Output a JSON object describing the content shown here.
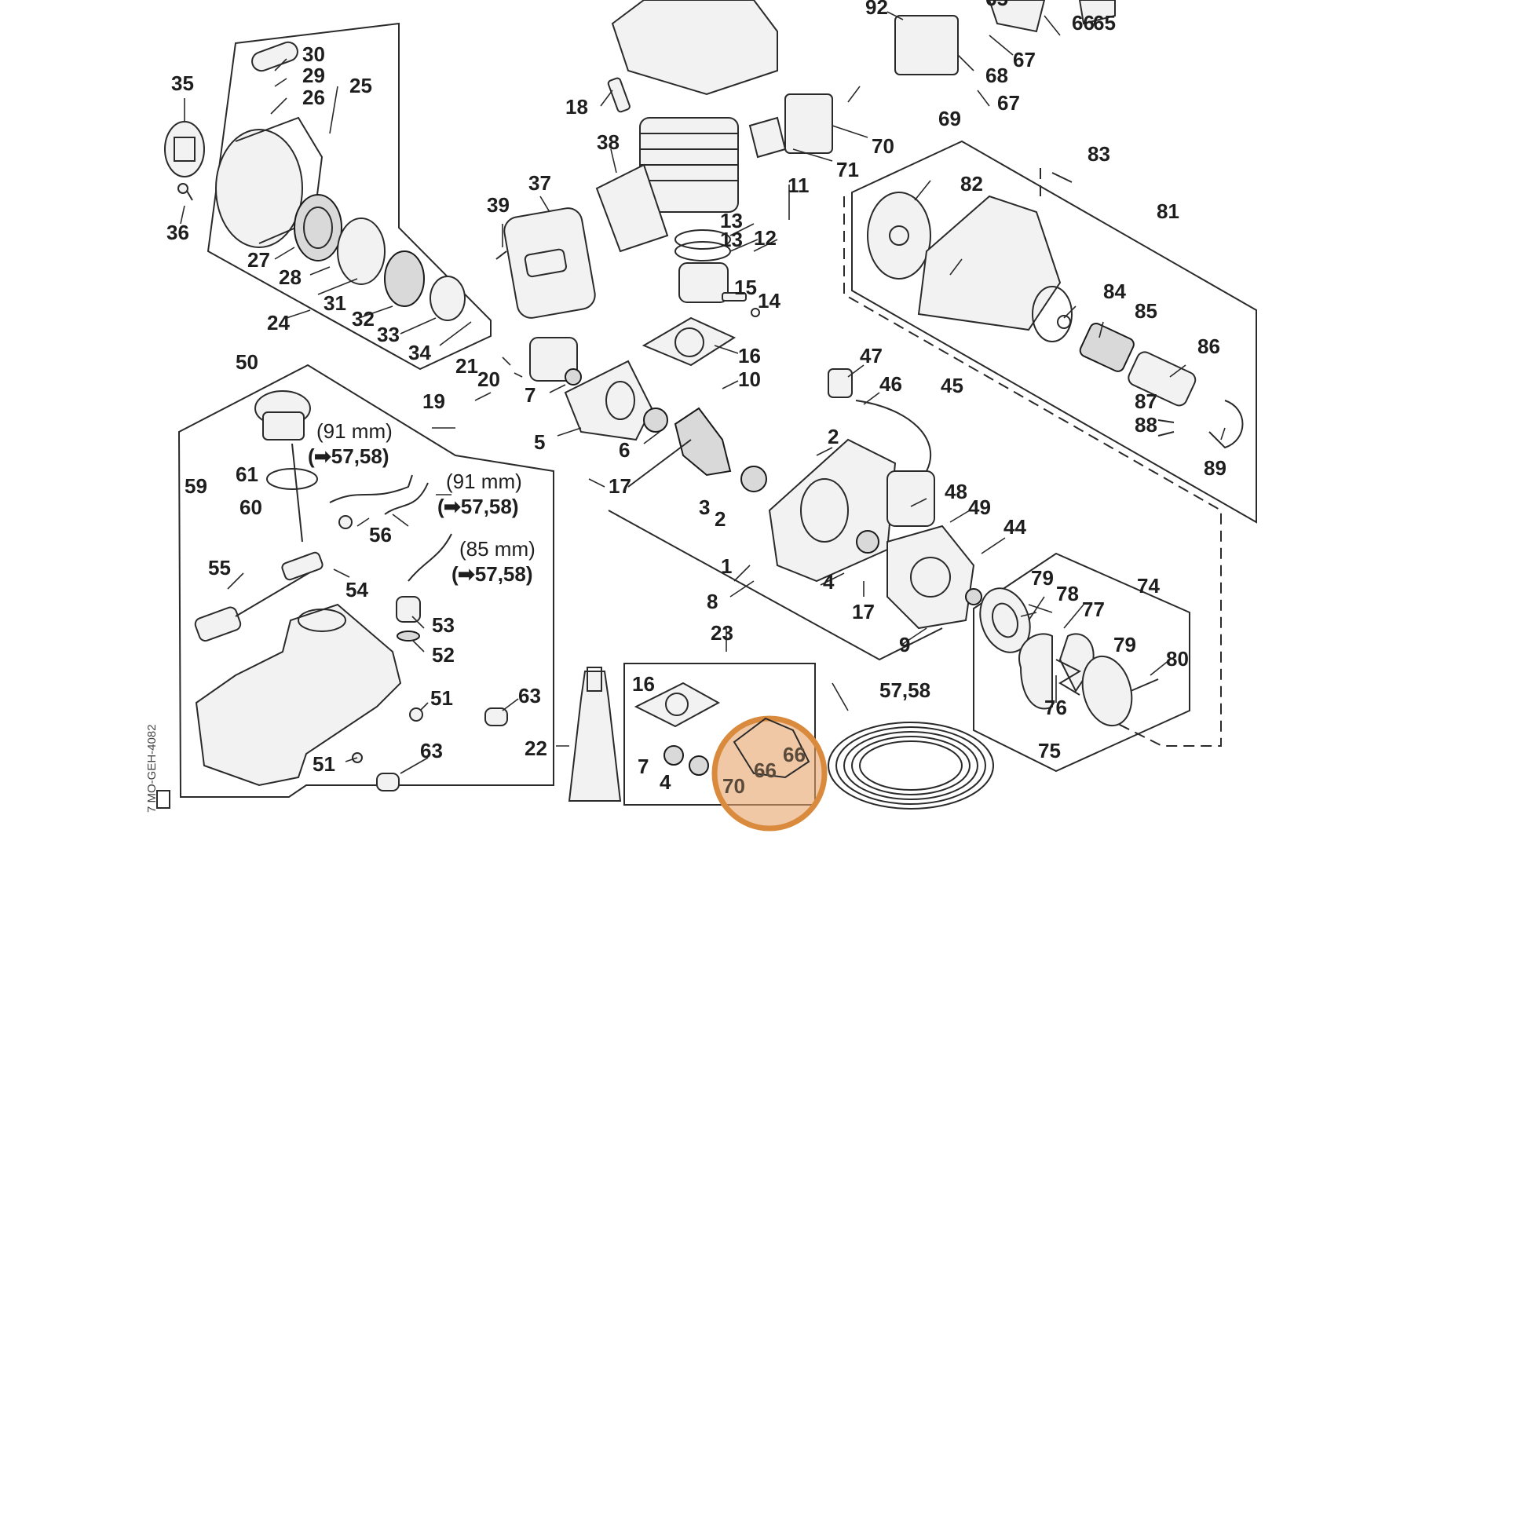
{
  "diagram": {
    "part_labels": [
      "1",
      "2",
      "2",
      "3",
      "4",
      "4",
      "5",
      "6",
      "7",
      "7",
      "8",
      "9",
      "10",
      "11",
      "12",
      "13",
      "13",
      "14",
      "15",
      "16",
      "16",
      "17",
      "17",
      "18",
      "19",
      "20",
      "21",
      "22",
      "23",
      "24",
      "25",
      "26",
      "27",
      "28",
      "29",
      "30",
      "31",
      "32",
      "33",
      "34",
      "35",
      "36",
      "37",
      "38",
      "39",
      "44",
      "45",
      "46",
      "47",
      "48",
      "49",
      "50",
      "51",
      "51",
      "52",
      "53",
      "54",
      "55",
      "56",
      "59",
      "60",
      "61",
      "63",
      "63",
      "65",
      "66",
      "67",
      "67",
      "68",
      "69",
      "70",
      "71",
      "74",
      "75",
      "76",
      "77",
      "78",
      "79",
      "79",
      "80",
      "81",
      "82",
      "83",
      "84",
      "85",
      "86",
      "87",
      "88",
      "89",
      "92",
      "57,58"
    ],
    "hose_notes": [
      {
        "length": "(91 mm)",
        "ref": "➡57,58"
      },
      {
        "length": "(91 mm)",
        "ref": "➡57,58"
      },
      {
        "length": "(85 mm)",
        "ref": "➡57,58"
      }
    ],
    "highlight": {
      "labels": [
        "66",
        "66",
        "70"
      ],
      "color": "#d98a3d",
      "fill_color": "#e6a46a"
    },
    "drawing_code": "7      -4082"
  }
}
